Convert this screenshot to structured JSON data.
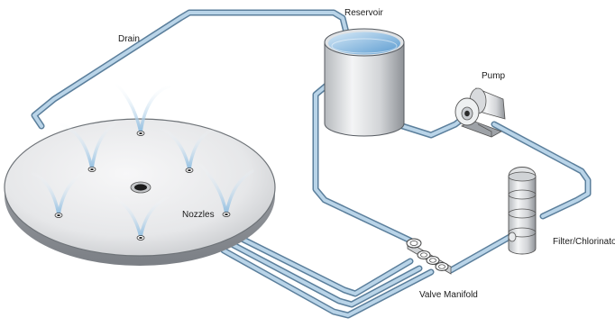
{
  "labels": {
    "drain": "Drain",
    "reservoir": "Reservoir",
    "pump": "Pump",
    "nozzles": "Nozzles",
    "filter": "Filter/Chlorinator",
    "valve_manifold": "Valve Manifold"
  },
  "colors": {
    "pipe_outline": "#5b7f9c",
    "pipe_fill": "#b9d4e8",
    "water": "#7fb4dd",
    "metal_light": "#f0f1f2",
    "metal_dark": "#8c9096",
    "spray": "#8fbde0"
  }
}
